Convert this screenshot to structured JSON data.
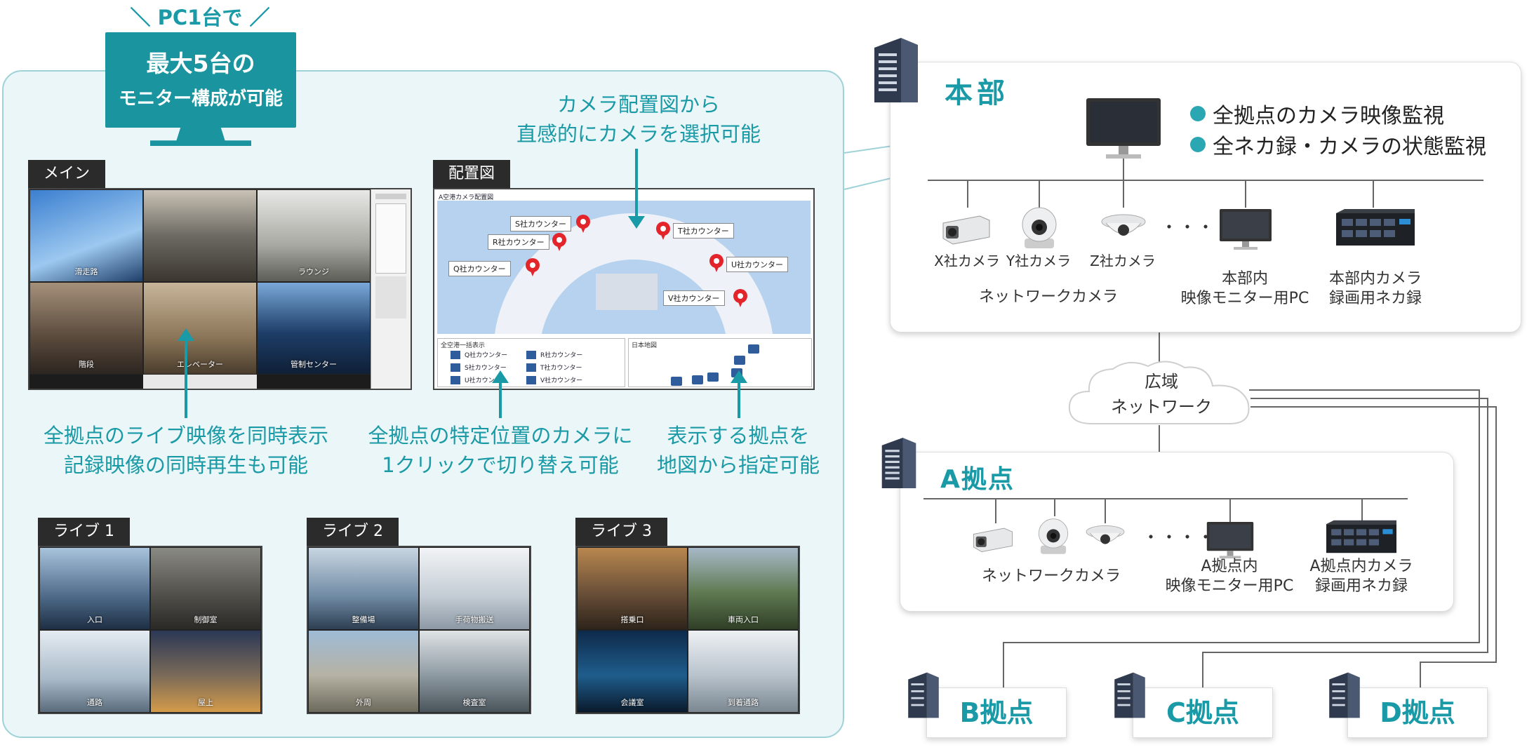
{
  "header": {
    "pc_caption": "PC1台で",
    "badge_line1": "最大5台の",
    "badge_line2": "モニター構成が可能"
  },
  "main_screen": {
    "tab": "メイン",
    "tiles": [
      "滑走路",
      "",
      "ラウンジ",
      "",
      "階段",
      "エレベーター",
      "管制センター"
    ]
  },
  "map_screen": {
    "tab": "配置図",
    "map_title": "A空港カメラ配置図",
    "counters": [
      "S社カウンター",
      "R社カウンター",
      "T社カウンター",
      "Q社カウンター",
      "U社カウンター",
      "V社カウンター"
    ],
    "list_title": "全空港一括表示",
    "list_items": [
      "Q社カウンター",
      "R社カウンター",
      "S社カウンター",
      "T社カウンター",
      "U社カウンター",
      "V社カウンター"
    ],
    "japan_map_title": "日本地図"
  },
  "callouts": {
    "map_select": [
      "カメラ配置図から",
      "直感的にカメラを選択可能"
    ],
    "live_display": [
      "全拠点のライブ映像を同時表示",
      "記録映像の同時再生も可能"
    ],
    "one_click": [
      "全拠点の特定位置のカメラに",
      "1クリックで切り替え可能"
    ],
    "site_select": [
      "表示する拠点を",
      "地図から指定可能"
    ]
  },
  "live_screens": [
    {
      "tab": "ライブ 1",
      "tiles": [
        "入口",
        "制御室",
        "通路",
        "屋上"
      ]
    },
    {
      "tab": "ライブ 2",
      "tiles": [
        "整備場",
        "手荷物搬送",
        "外周",
        "検査室"
      ]
    },
    {
      "tab": "ライブ 3",
      "tiles": [
        "搭乗口",
        "車両入口",
        "会議室",
        "到着通路"
      ]
    }
  ],
  "hq": {
    "title": "本部",
    "bullets": [
      "全拠点のカメラ映像監視",
      "全ネカ録・カメラの状態監視"
    ],
    "cameras": [
      "X社カメラ",
      "Y社カメラ",
      "Z社カメラ"
    ],
    "ellipsis": "・・・・・",
    "network_camera": "ネットワークカメラ",
    "monitor_pc": [
      "本部内",
      "映像モニター用PC"
    ],
    "recorder": [
      "本部内カメラ",
      "録画用ネカ録"
    ]
  },
  "cloud": {
    "line1": "広域",
    "line2": "ネットワーク"
  },
  "site_a": {
    "title": "A拠点",
    "ellipsis": "・・・・",
    "network_camera": "ネットワークカメラ",
    "monitor_pc": [
      "A拠点内",
      "映像モニター用PC"
    ],
    "recorder": [
      "A拠点内カメラ",
      "録画用ネカ録"
    ]
  },
  "other_sites": [
    "B拠点",
    "C拠点",
    "D拠点"
  ],
  "colors": {
    "accent": "#1a9aa6",
    "badge": "#1a949e",
    "panel": "#eaf6f7",
    "pin": "#e3242b"
  }
}
